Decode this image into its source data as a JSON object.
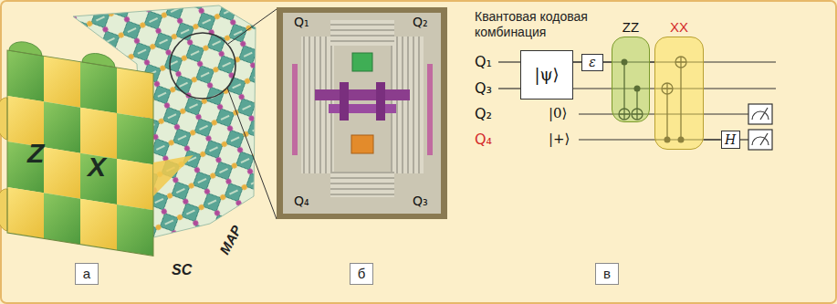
{
  "diagram": {
    "nodes": [
      {
        "text": [
          "|ψ⟩"
        ]
      },
      {
        "text": [
          "ε"
        ]
      },
      {
        "text": [
          "ZZ"
        ]
      },
      {
        "text": [
          "XX"
        ]
      },
      {
        "text": [
          "H"
        ]
      },
      {
        "text": [
          "а"
        ]
      },
      {
        "text": [
          "б"
        ]
      },
      {
        "text": [
          "в"
        ]
      }
    ],
    "edges": [
      {
        "from": 0,
        "to": 1,
        "arrow": "none"
      },
      {
        "from": 1,
        "to": 2,
        "arrow": "none"
      },
      {
        "from": 2,
        "to": 3,
        "arrow": "none"
      },
      {
        "from": 3,
        "to": 4,
        "arrow": "none"
      }
    ],
    "labels": [
      "Z",
      "X",
      "SC",
      "MAP",
      "Q₁",
      "Q₂",
      "Q₄",
      "Q₃",
      "Квантовая кодовая комбинация",
      "Q₁",
      "Q₃",
      "Q₂",
      "Q₄",
      "|0⟩",
      "|+⟩"
    ]
  }
}
